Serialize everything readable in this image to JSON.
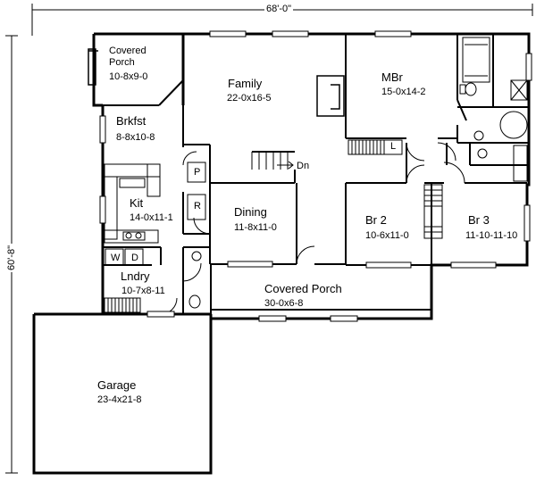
{
  "overall": {
    "width_label": "68'-0\"",
    "depth_label": "60'-8\""
  },
  "rooms": {
    "covered_porch_top": {
      "name_line1": "Covered",
      "name_line2": "Porch",
      "size": "10-8x9-0"
    },
    "family": {
      "name": "Family",
      "size": "22-0x16-5"
    },
    "mbr": {
      "name": "MBr",
      "size": "15-0x14-2"
    },
    "brkfst": {
      "name": "Brkfst",
      "size": "8-8x10-8"
    },
    "kit": {
      "name": "Kit",
      "size": "14-0x11-1"
    },
    "dining": {
      "name": "Dining",
      "size": "11-8x11-0"
    },
    "br2": {
      "name": "Br 2",
      "size": "10-6x11-0"
    },
    "br3": {
      "name": "Br 3",
      "size": "11-10-11-10"
    },
    "lndry": {
      "name": "Lndry",
      "size": "10-7x8-11"
    },
    "covered_porch_front": {
      "name": "Covered Porch",
      "size": "30-0x6-8"
    },
    "garage": {
      "name": "Garage",
      "size": "23-4x21-8"
    }
  },
  "fixtures": {
    "pantry": "P",
    "refrigerator": "R",
    "linen": "L",
    "washer": "W",
    "dryer": "D",
    "stair_down": "Dn"
  },
  "colors": {
    "line": "#000000",
    "background": "#ffffff"
  }
}
